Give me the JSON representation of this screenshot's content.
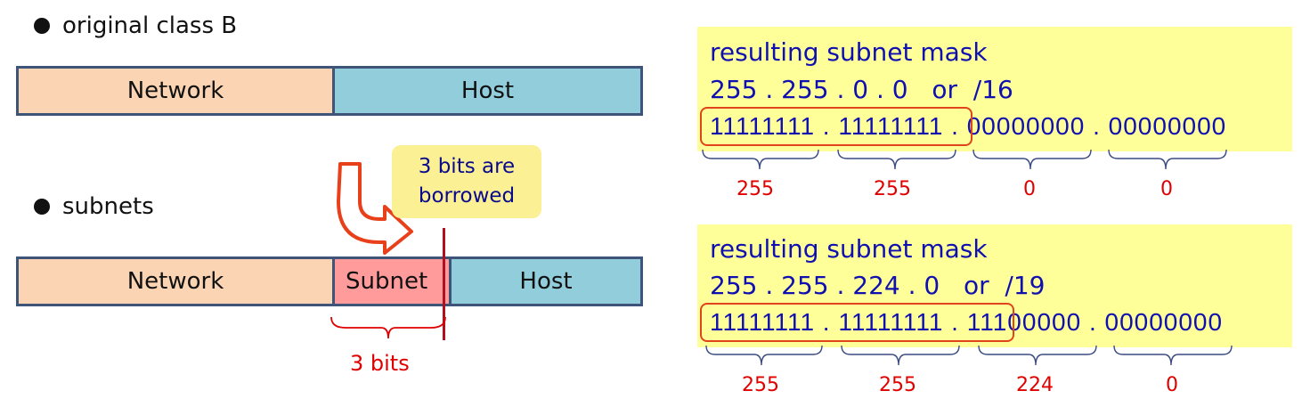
{
  "left": {
    "section1_label": "original class B",
    "section2_label": "subnets",
    "bar1": {
      "network": "Network",
      "host": "Host"
    },
    "bar2": {
      "network": "Network",
      "subnet": "Subnet",
      "host": "Host"
    },
    "callout": {
      "line1": "3 bits are",
      "line2": "borrowed"
    },
    "bits_label": "3 bits"
  },
  "right": {
    "mask1": {
      "title": "resulting subnet mask",
      "dotted": "255 . 255 . 0 . 0   or  /16",
      "binary": "11111111 . 11111111 . 00000000 . 00000000",
      "octets": [
        "255",
        "255",
        "0",
        "0"
      ]
    },
    "mask2": {
      "title": "resulting subnet mask",
      "dotted": "255 . 255 . 224 . 0   or  /19",
      "binary": "11111111 . 11111111 . 11100000 . 00000000",
      "octets": [
        "255",
        "255",
        "224",
        "0"
      ]
    }
  },
  "colors": {
    "network": "#fbd4b4",
    "host": "#92cddc",
    "subnet": "#ff9b9b",
    "mask_bg": "#ffff99",
    "callout_bg": "#fbf094",
    "mask_text": "#1010b0",
    "annotation": "#e00000"
  }
}
